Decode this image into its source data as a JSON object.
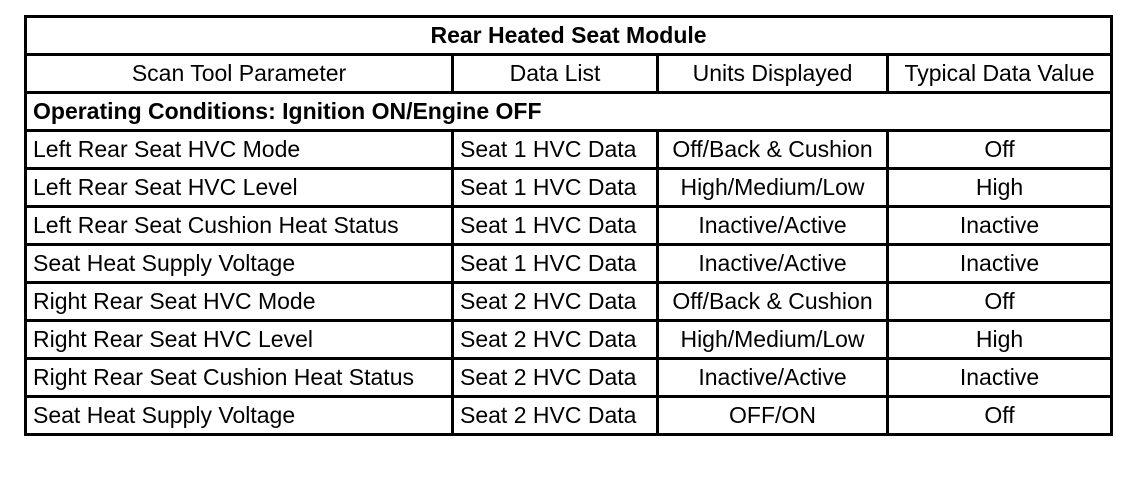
{
  "table": {
    "title": "Rear Heated Seat Module",
    "headers": [
      "Scan Tool Parameter",
      "Data List",
      "Units Displayed",
      "Typical Data Value"
    ],
    "conditions": "Operating Conditions: Ignition ON/Engine OFF",
    "rows": [
      {
        "parameter": "Left Rear Seat HVC Mode",
        "data_list": "Seat 1 HVC Data",
        "units": "Off/Back & Cushion",
        "value": "Off"
      },
      {
        "parameter": "Left Rear Seat HVC Level",
        "data_list": "Seat 1 HVC Data",
        "units": "High/Medium/Low",
        "value": "High"
      },
      {
        "parameter": "Left Rear Seat Cushion Heat Status",
        "data_list": "Seat 1 HVC Data",
        "units": "Inactive/Active",
        "value": "Inactive"
      },
      {
        "parameter": "Seat Heat Supply Voltage",
        "data_list": "Seat 1 HVC Data",
        "units": "Inactive/Active",
        "value": "Inactive"
      },
      {
        "parameter": "Right Rear Seat HVC Mode",
        "data_list": "Seat 2 HVC Data",
        "units": "Off/Back & Cushion",
        "value": "Off"
      },
      {
        "parameter": "Right Rear Seat HVC Level",
        "data_list": "Seat 2 HVC Data",
        "units": "High/Medium/Low",
        "value": "High"
      },
      {
        "parameter": "Right Rear Seat Cushion Heat Status",
        "data_list": "Seat 2 HVC Data",
        "units": "Inactive/Active",
        "value": "Inactive"
      },
      {
        "parameter": "Seat Heat Supply Voltage",
        "data_list": "Seat 2 HVC Data",
        "units": "OFF/ON",
        "value": "Off"
      }
    ]
  }
}
